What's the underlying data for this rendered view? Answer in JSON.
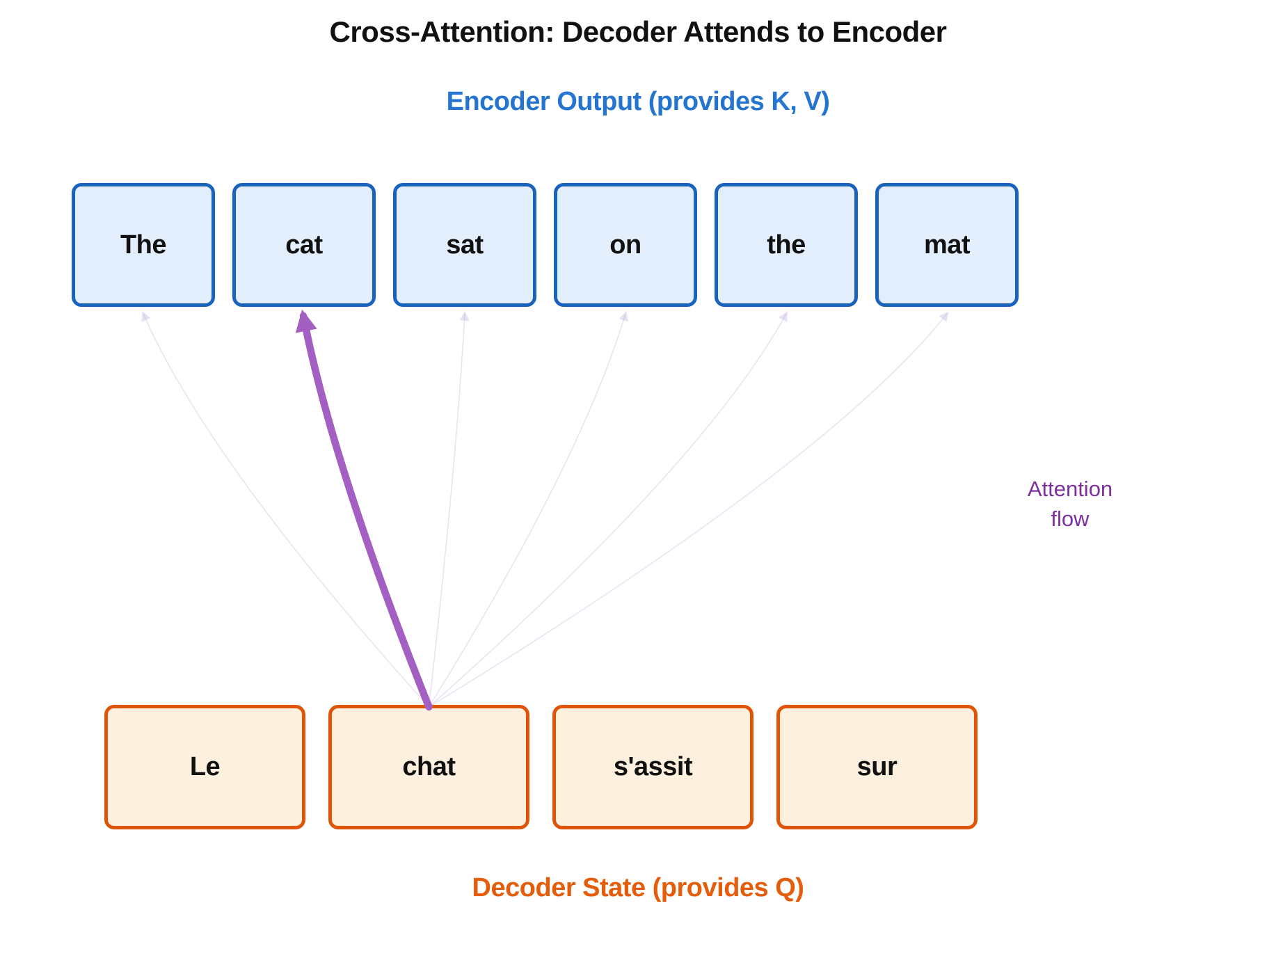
{
  "title": "Cross-Attention: Decoder Attends to Encoder",
  "encoder": {
    "label": "Encoder Output (provides K, V)",
    "tokens": [
      "The",
      "cat",
      "sat",
      "on",
      "the",
      "mat"
    ]
  },
  "decoder": {
    "label": "Decoder State (provides Q)",
    "tokens": [
      "Le",
      "chat",
      "s'assit",
      "sur"
    ]
  },
  "attention": {
    "label_line1": "Attention",
    "label_line2": "flow",
    "source_token": "chat",
    "source_index": 1,
    "strong_target_token": "cat",
    "strong_target_index": 1,
    "faint_target_indices": [
      0,
      2,
      3,
      4,
      5
    ]
  },
  "colors": {
    "title": "#111111",
    "token_text": "#111111",
    "encoder_accent": "#2575d0",
    "encoder_box_fill": "#e2eefb",
    "encoder_box_border": "#1a63bd",
    "decoder_accent": "#e55c0a",
    "decoder_box_fill": "#fdf0df",
    "decoder_box_border": "#e05408",
    "arrow_strong": "#a45fc3",
    "arrow_faint": "#b49cd0",
    "attention_label": "#7d2f9e"
  }
}
